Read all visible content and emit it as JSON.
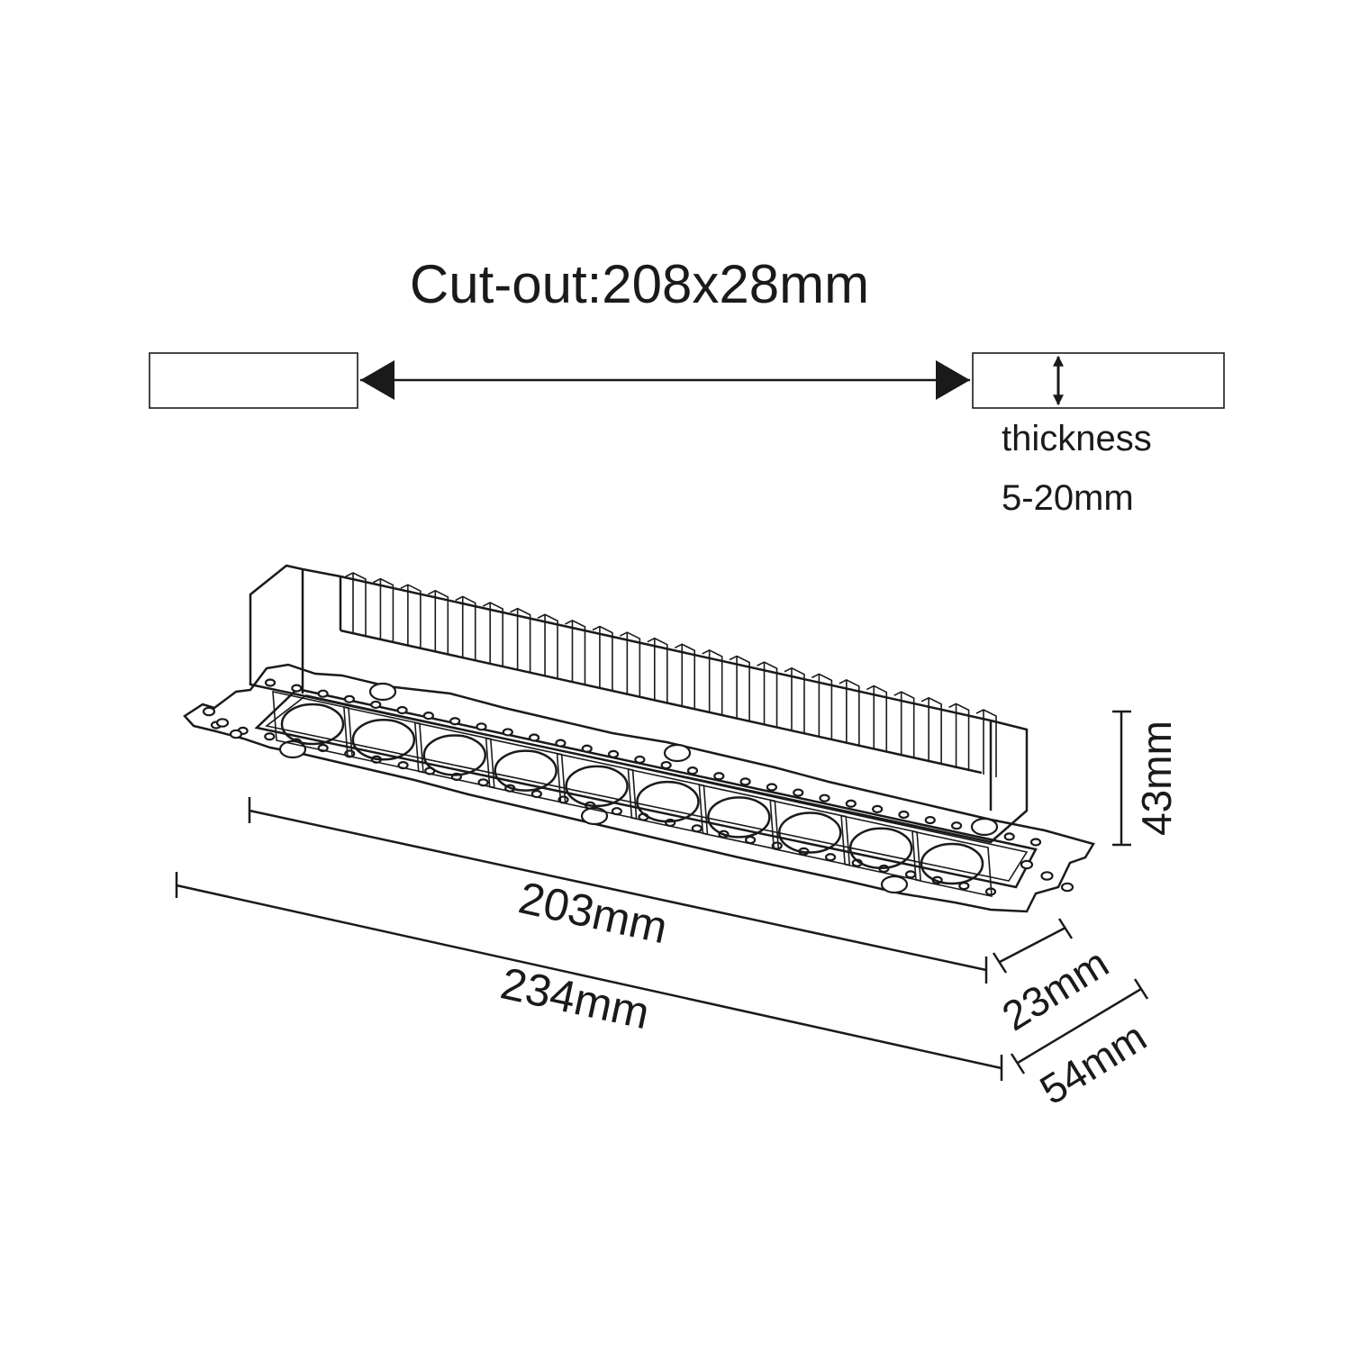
{
  "diagram": {
    "cutout_label": "Cut-out:208x28mm",
    "thickness_label": "thickness",
    "thickness_range": "5-20mm",
    "height_label": "43mm",
    "inner_length_label": "203mm",
    "outer_length_label": "234mm",
    "inner_width_label": "23mm",
    "outer_width_label": "54mm",
    "lens_count": 10,
    "fin_count": 24
  },
  "colors": {
    "line": "#1a1a1a",
    "background": "#ffffff"
  }
}
